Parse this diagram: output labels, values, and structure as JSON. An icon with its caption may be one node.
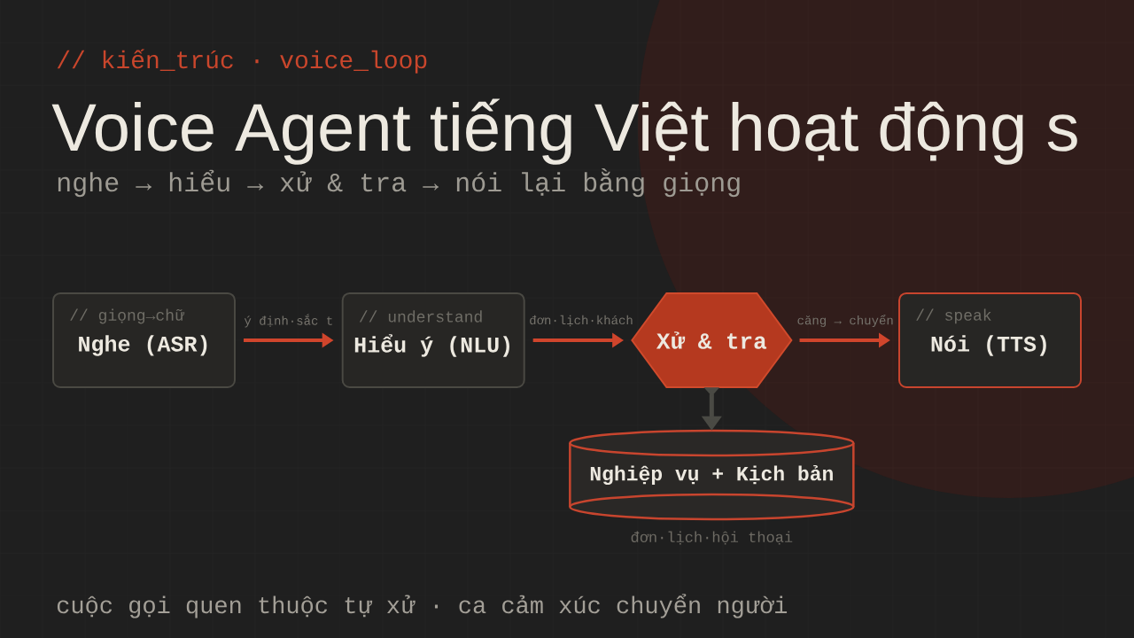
{
  "diagram": {
    "title": "Voice Agent tiếng Việt hoạt động s",
    "nodes": [
      {
        "text": [
          "// giọng→chữ",
          "Nghe (ASR)"
        ]
      },
      {
        "text": [
          "// understand",
          "Hiểu ý (NLU)"
        ]
      },
      {
        "text": [
          "Xử & tra"
        ]
      },
      {
        "text": [
          "// speak",
          "Nói (TTS)"
        ]
      },
      {
        "text": [
          "Nghiệp vụ + Kịch bản"
        ],
        "beside": [
          "đơn·lịch·hội thoại"
        ]
      }
    ],
    "edges": [
      {
        "from": 0,
        "to": 1,
        "arrow": "to",
        "label": "ý định·sắc t"
      },
      {
        "from": 1,
        "to": 2,
        "arrow": "to",
        "label": "đơn·lịch·khách"
      },
      {
        "from": 2,
        "to": 3,
        "arrow": "to",
        "label": "căng → chuyển"
      },
      {
        "from": 2,
        "to": 4,
        "arrow": "to",
        "color": "#4a4a44"
      }
    ],
    "labels": [
      "// kiến_trúc · voice_loop",
      "nghe → hiểu → xử & tra → nói lại bằng giọng",
      "cuộc gọi quen thuộc tự xử · ca cảm xúc chuyển người"
    ]
  }
}
